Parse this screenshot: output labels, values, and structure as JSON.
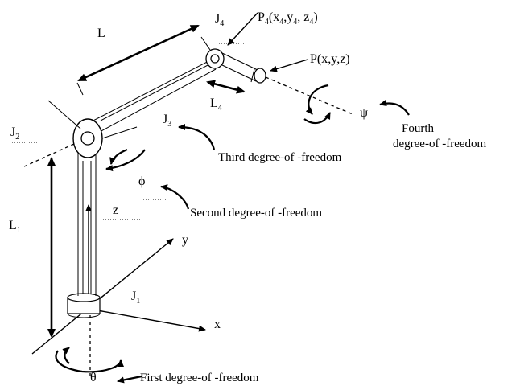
{
  "labels": {
    "L": "L",
    "L1_main": "L",
    "L1_sub": "1",
    "L4_main": "L",
    "L4_sub": "4",
    "J4_main": "J",
    "J4_sub": "4",
    "J3_main": "J",
    "J3_sub": "3",
    "J2_main": "J",
    "J2_sub": "2",
    "J1_main": "J",
    "J1_sub": "1",
    "P4_prefix": "P",
    "P4_sub": "4",
    "P4_open": "(x",
    "P4_x_sub": "4",
    "P4_mid": ",y",
    "P4_y_sub": "4",
    "P4_comma": ", z",
    "P4_z_sub": "4",
    "P4_close": ")",
    "P": "P(x,y,z)",
    "psi": "ψ",
    "phi": "ϕ",
    "theta": "θ",
    "z": "z",
    "x_axis": "x",
    "y_axis": "y",
    "fourth_line1": "Fourth",
    "fourth_line2": "degree-of -freedom",
    "third": "Third degree-of -freedom",
    "second": "Second degree-of -freedom",
    "first": "First degree-of -freedom"
  }
}
